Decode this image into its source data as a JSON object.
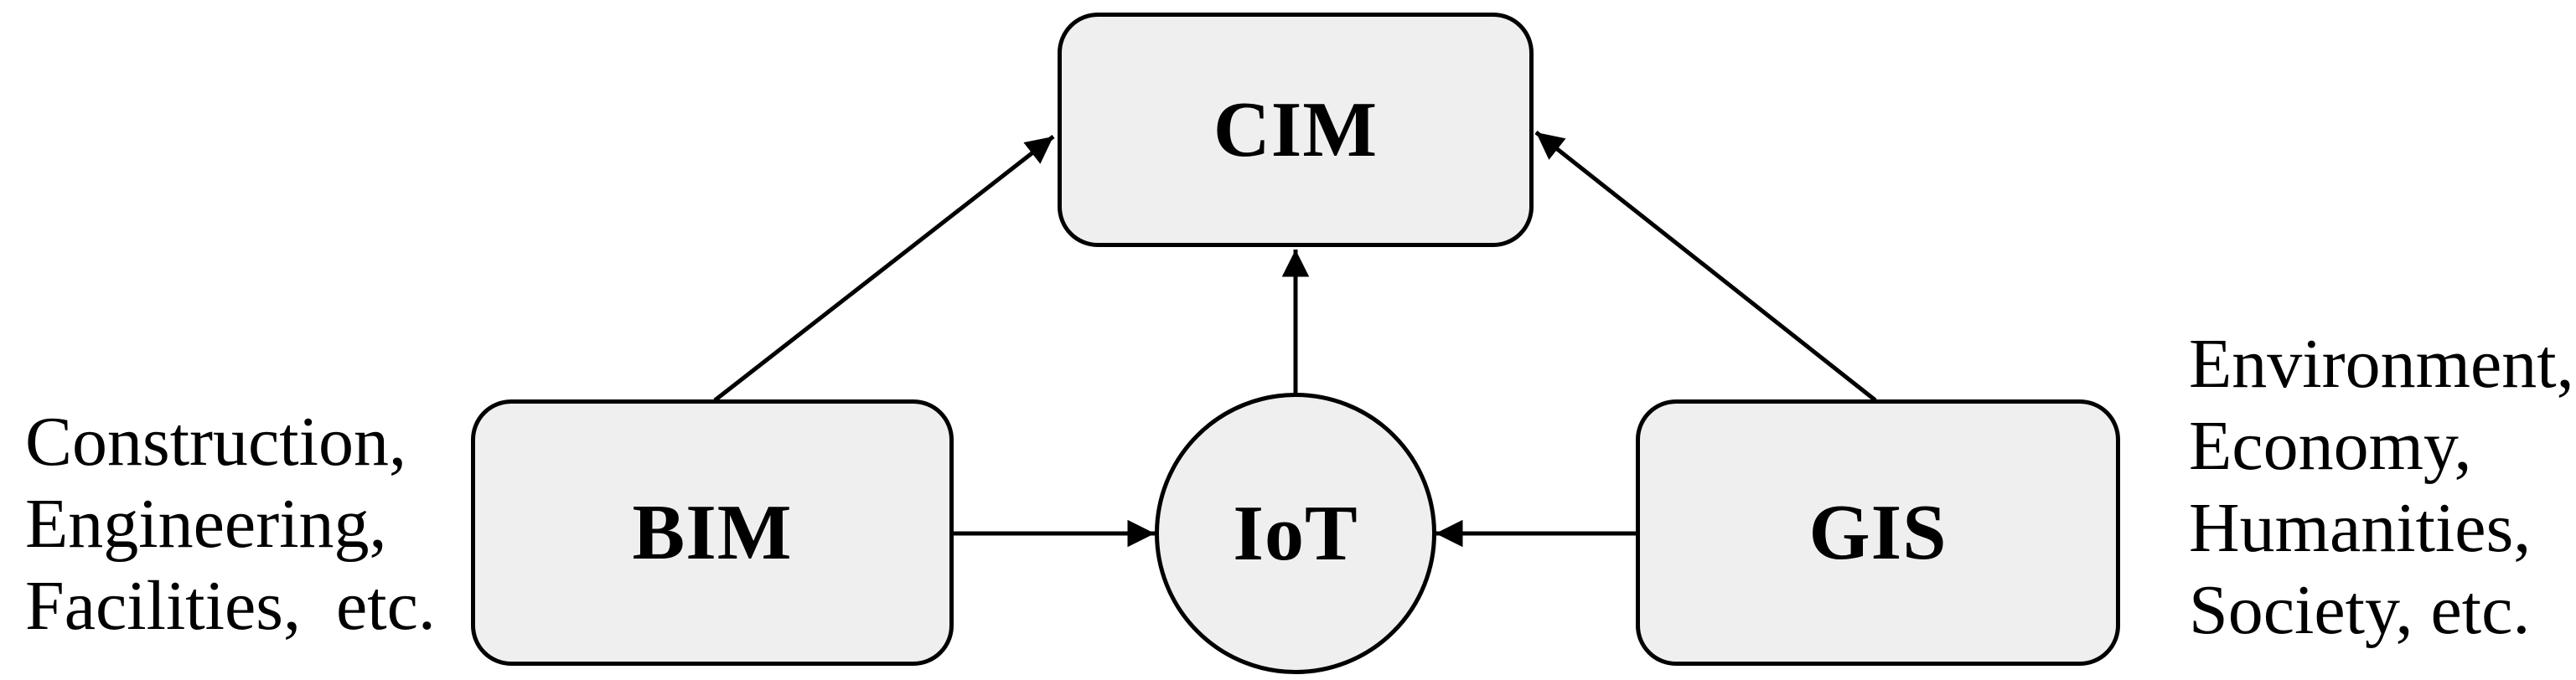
{
  "diagram": {
    "background_color": "#ffffff",
    "node_fill_color": "#efefef",
    "node_border_color": "#000000",
    "arrow_color": "#000000",
    "nodes": {
      "cim": {
        "label": "CIM",
        "shape": "rounded-rect"
      },
      "bim": {
        "label": "BIM",
        "shape": "rounded-rect"
      },
      "iot": {
        "label": "IoT",
        "shape": "circle"
      },
      "gis": {
        "label": "GIS",
        "shape": "rounded-rect"
      }
    },
    "edges": [
      {
        "from": "bim",
        "to": "cim"
      },
      {
        "from": "gis",
        "to": "cim"
      },
      {
        "from": "iot",
        "to": "cim"
      },
      {
        "from": "bim",
        "to": "iot"
      },
      {
        "from": "gis",
        "to": "iot"
      }
    ],
    "annotations": {
      "left": {
        "lines": [
          "Construction,",
          "Engineering,",
          "Facilities,  etc."
        ]
      },
      "right": {
        "lines": [
          "Environment,",
          "Economy,",
          "Humanities,",
          "Society, etc."
        ]
      }
    }
  }
}
